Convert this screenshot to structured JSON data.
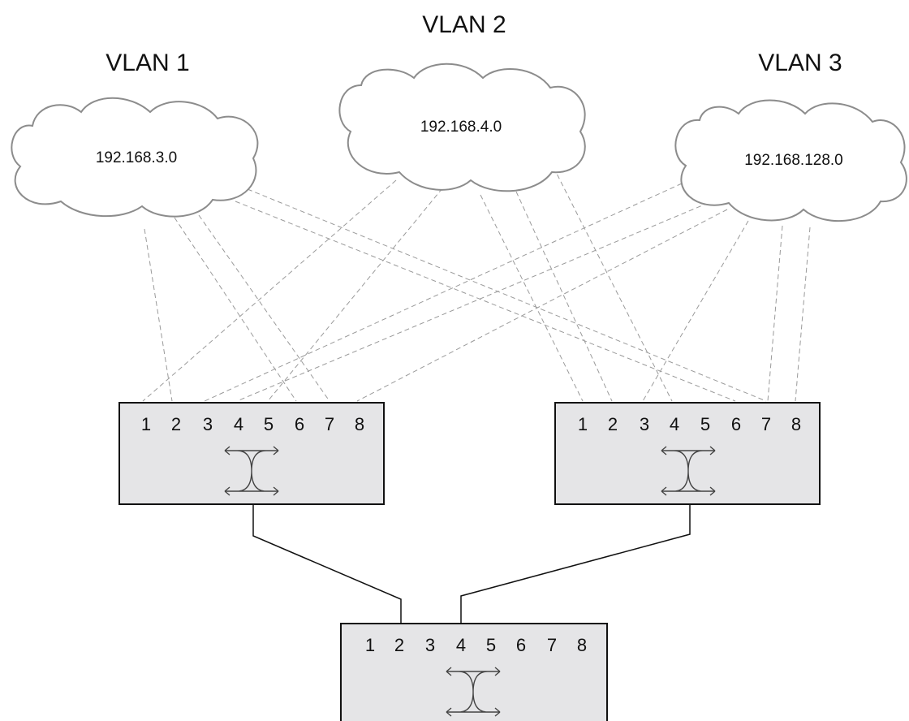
{
  "vlans": [
    {
      "title": "VLAN 1",
      "network": "192.168.3.0"
    },
    {
      "title": "VLAN 2",
      "network": "192.168.4.0"
    },
    {
      "title": "VLAN 3",
      "network": "192.168.128.0"
    }
  ],
  "switches": [
    {
      "ports": [
        "1",
        "2",
        "3",
        "4",
        "5",
        "6",
        "7",
        "8"
      ]
    },
    {
      "ports": [
        "1",
        "2",
        "3",
        "4",
        "5",
        "6",
        "7",
        "8"
      ]
    },
    {
      "ports": [
        "1",
        "2",
        "3",
        "4",
        "5",
        "6",
        "7",
        "8"
      ]
    }
  ],
  "colors": {
    "cloud_stroke": "#8c8c8c",
    "switch_fill": "#e5e5e7",
    "dashed_link": "#9a9a9a",
    "uplink": "#111111"
  }
}
